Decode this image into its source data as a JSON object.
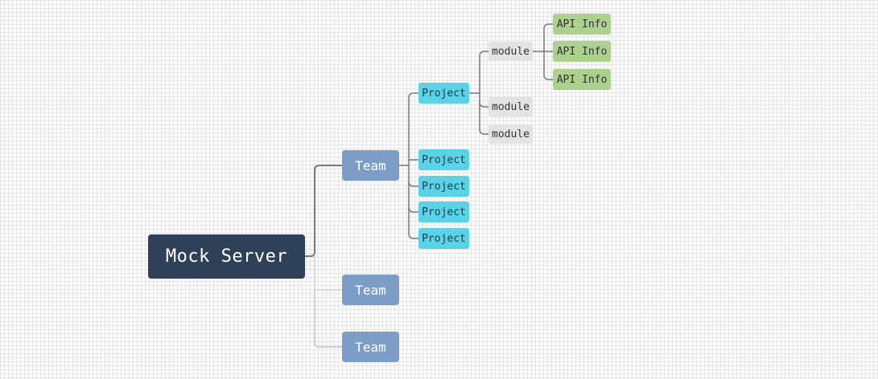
{
  "mindmap": {
    "root": "Mock Server",
    "teams": [
      "Team",
      "Team",
      "Team"
    ],
    "projects": [
      "Project",
      "Project",
      "Project",
      "Project",
      "Project"
    ],
    "modules": [
      "module",
      "module",
      "module"
    ],
    "api_infos": [
      "API Info",
      "API Info",
      "API Info"
    ]
  },
  "colors": {
    "root_fill": "#2e4159",
    "team_fill": "#7c9ec6",
    "project_fill": "#5ad3e6",
    "module_fill": "#e3e3e3",
    "api_fill": "#acd08e",
    "connector_primary": "#7a7a7a",
    "connector_light": "#c8d6d0"
  }
}
